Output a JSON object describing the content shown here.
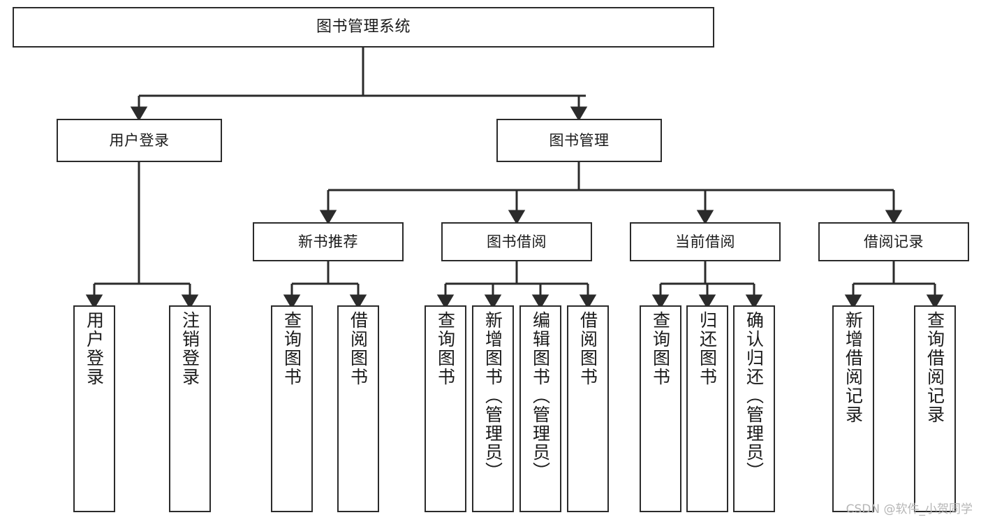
{
  "diagram": {
    "title": "图书管理系统",
    "watermark": "CSDN @软件_小贺同学",
    "line_color": "#2b2b2b",
    "box_fill": "#ffffff",
    "text_color": "#1a1a1a",
    "watermark_color": "#b6b6b6",
    "levels": [
      {
        "level": 1,
        "nodes": [
          {
            "id": "root",
            "label": "图书管理系统",
            "orientation": "horizontal"
          }
        ]
      },
      {
        "level": 2,
        "nodes": [
          {
            "id": "user-login",
            "label": "用户登录",
            "orientation": "horizontal",
            "parent": "root"
          },
          {
            "id": "book-manage",
            "label": "图书管理",
            "orientation": "horizontal",
            "parent": "root"
          }
        ]
      },
      {
        "level": 3,
        "nodes": [
          {
            "id": "new-book-recommend",
            "label": "新书推荐",
            "orientation": "horizontal",
            "parent": "book-manage"
          },
          {
            "id": "book-borrow",
            "label": "图书借阅",
            "orientation": "horizontal",
            "parent": "book-manage"
          },
          {
            "id": "current-borrow",
            "label": "当前借阅",
            "orientation": "horizontal",
            "parent": "book-manage"
          },
          {
            "id": "borrow-record",
            "label": "借阅记录",
            "orientation": "horizontal",
            "parent": "book-manage"
          }
        ]
      },
      {
        "level": 4,
        "nodes": [
          {
            "id": "leaf-user-login",
            "label": "用户登录",
            "orientation": "vertical",
            "parent": "user-login"
          },
          {
            "id": "leaf-logout-login",
            "label": "注销登录",
            "orientation": "vertical",
            "parent": "user-login"
          },
          {
            "id": "leaf-query-book-1",
            "label": "查询图书",
            "orientation": "vertical",
            "parent": "new-book-recommend"
          },
          {
            "id": "leaf-borrow-book-1",
            "label": "借阅图书",
            "orientation": "vertical",
            "parent": "new-book-recommend"
          },
          {
            "id": "leaf-query-book-2",
            "label": "查询图书",
            "orientation": "vertical",
            "parent": "book-borrow"
          },
          {
            "id": "leaf-add-book",
            "label": "新增图书（管理员）",
            "orientation": "vertical",
            "parent": "book-borrow"
          },
          {
            "id": "leaf-edit-book",
            "label": "编辑图书（管理员）",
            "orientation": "vertical",
            "parent": "book-borrow"
          },
          {
            "id": "leaf-borrow-book-2",
            "label": "借阅图书",
            "orientation": "vertical",
            "parent": "book-borrow"
          },
          {
            "id": "leaf-query-book-3",
            "label": "查询图书",
            "orientation": "vertical",
            "parent": "current-borrow"
          },
          {
            "id": "leaf-return-book",
            "label": "归还图书",
            "orientation": "vertical",
            "parent": "current-borrow"
          },
          {
            "id": "leaf-confirm-return",
            "label": "确认归还（管理员）",
            "orientation": "vertical",
            "parent": "current-borrow"
          },
          {
            "id": "leaf-add-borrow-record",
            "label": "新增借阅记录",
            "orientation": "vertical",
            "parent": "borrow-record"
          },
          {
            "id": "leaf-query-borrow-record",
            "label": "查询借阅记录",
            "orientation": "vertical",
            "parent": "borrow-record"
          }
        ]
      }
    ]
  }
}
